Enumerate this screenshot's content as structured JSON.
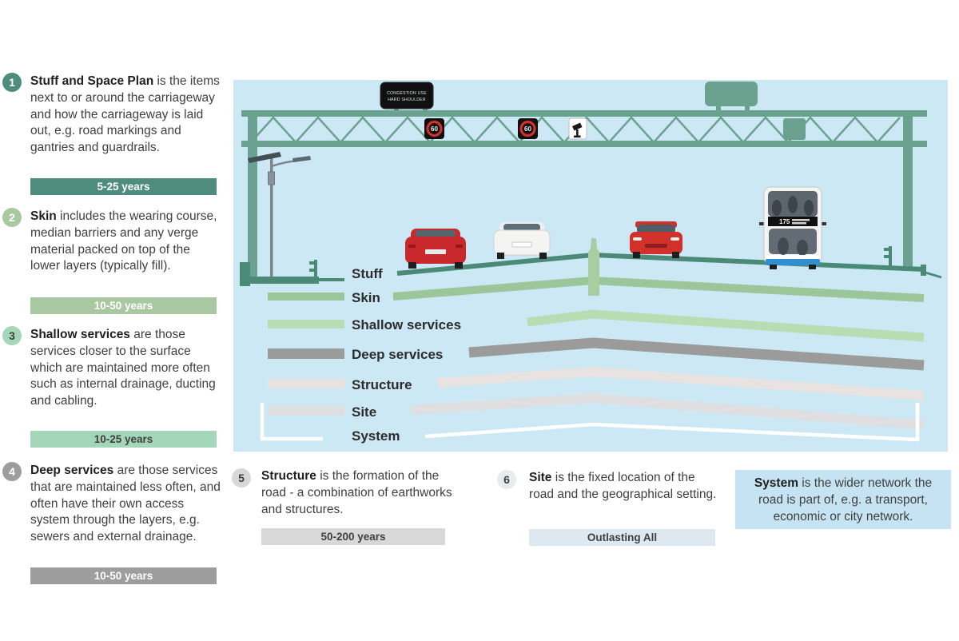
{
  "legend": {
    "items": [
      {
        "number": "1",
        "term": "Stuff and Space Plan",
        "desc": " is the items next to or around the carriageway and how the carriageway is laid out, e.g. road markings and gantries and guardrails.",
        "duration": "5-25 years"
      },
      {
        "number": "2",
        "term": "Skin",
        "desc": " includes the wearing course, median barriers and any verge material packed on top of the lower layers (typically fill).",
        "duration": "10-50 years"
      },
      {
        "number": "3",
        "term": "Shallow services",
        "desc": " are those services closer to the surface which are maintained more often such as internal drainage, ducting and cabling.",
        "duration": "10-25 years"
      },
      {
        "number": "4",
        "term": "Deep services",
        "desc": " are those services that are maintained less often, and often have their own access system through the layers, e.g. sewers and external drainage.",
        "duration": "10-50 years"
      },
      {
        "number": "5",
        "term": "Structure",
        "desc": " is the formation of the road - a combination of earthworks and structures.",
        "duration": "50-200 years"
      },
      {
        "number": "6",
        "term": "Site",
        "desc": " is the fixed location of the road and the geographical setting.",
        "duration": "Outlasting All"
      }
    ],
    "system_note": {
      "term": "System",
      "desc": " is the wider network the road is part of, e.g. a transport, economic or city network."
    }
  },
  "diagram": {
    "layer_labels": [
      "Stuff",
      "Skin",
      "Shallow services",
      "Deep services",
      "Structure",
      "Site",
      "System"
    ],
    "vms_line1": "CONGESTION USE",
    "vms_line2": "HARD SHOULDER",
    "speed_limit": "60",
    "bus_route": "175"
  },
  "colors": {
    "panel_bg": "#cce8f5",
    "gantry": "#6ba28f",
    "road_stuff": "#4a8a77",
    "skin": "#9dc59a",
    "shallow_services": "#b9ddb3",
    "deep_services": "#9b9b9b",
    "structure": "#e8e3e0",
    "site": "#dfdfe2",
    "system_line": "#ffffff",
    "bar_teal": "#4e8d7d",
    "bar_sage": "#a9c8a2",
    "bar_mint": "#a4d7ba",
    "bar_gray": "#9d9d9d",
    "bar_lightgray": "#d8d8d8",
    "bar_outlasting": "#dde8f0",
    "system_box_bg": "#c6e3f3",
    "speed_sign_red": "#d42f2f",
    "bus_blue": "#2f8fd0"
  }
}
